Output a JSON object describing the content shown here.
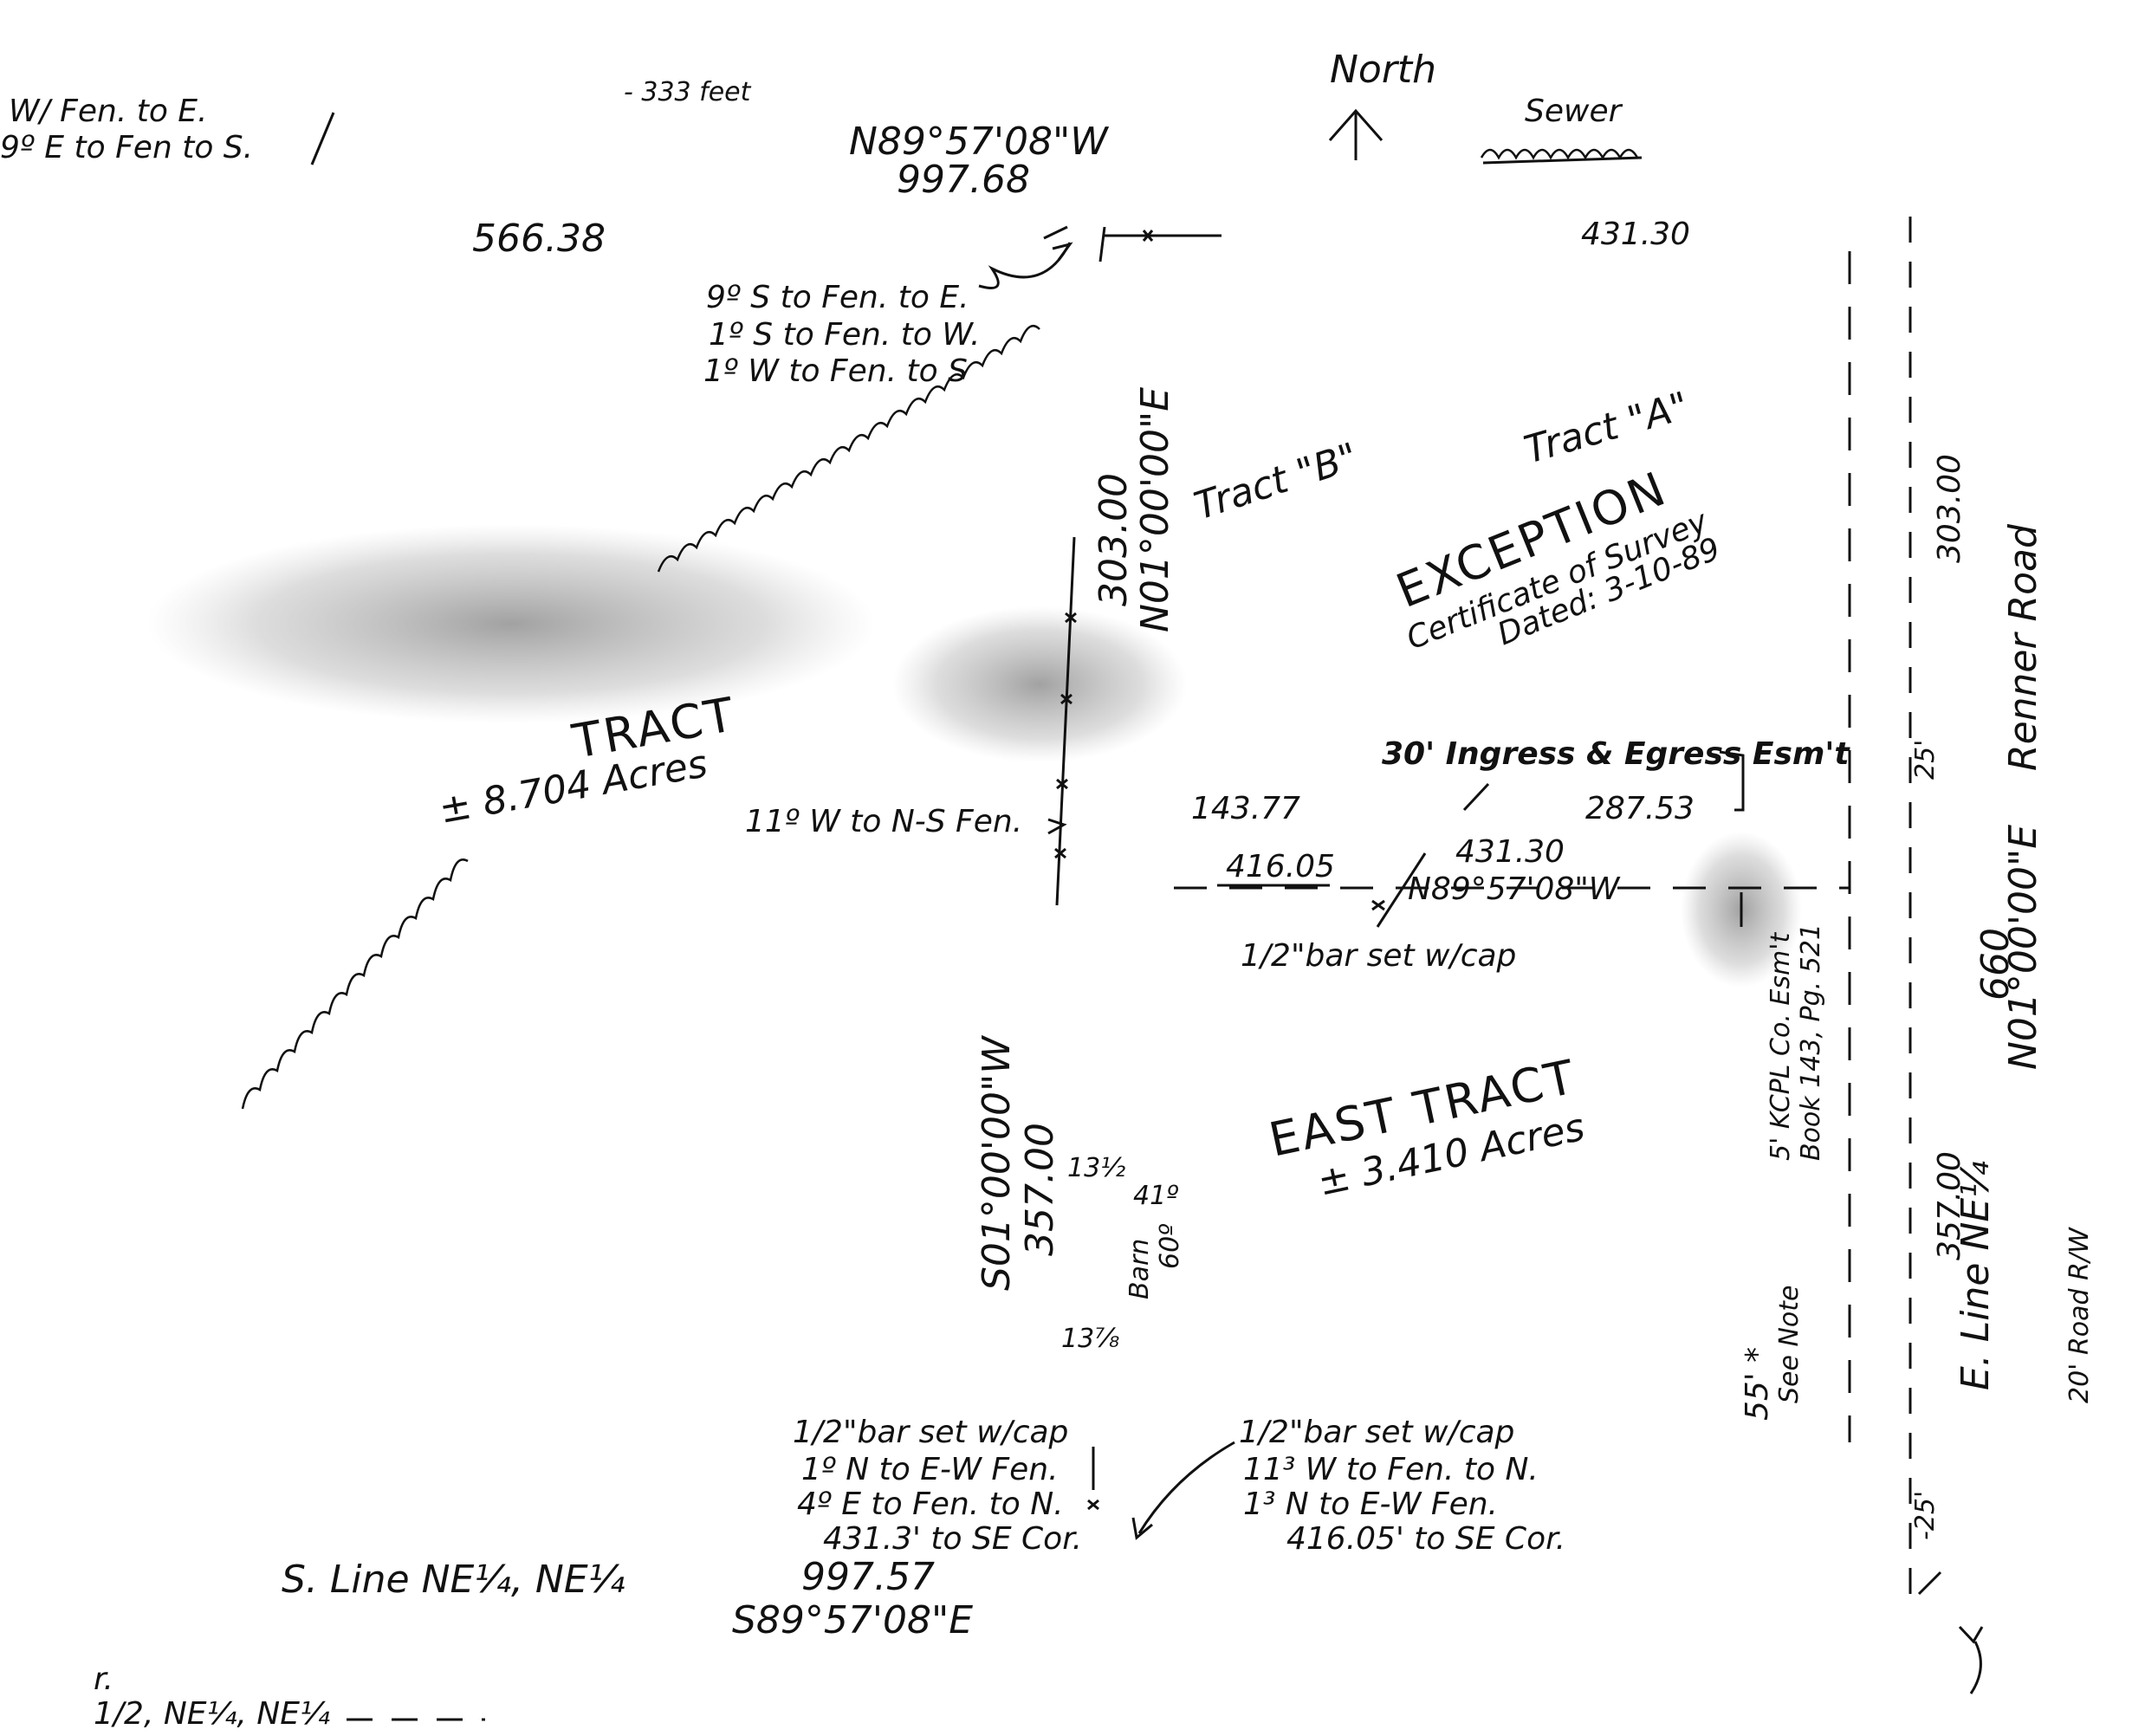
{
  "top_fragments": {
    "line1": "W/ Fen. to E.",
    "line2": "9º E to Fen to S.",
    "feet": "- 333 feet"
  },
  "north": {
    "label": "North"
  },
  "sewer": {
    "label": "Sewer"
  },
  "north_line": {
    "bearing": "N89°57'08\"W",
    "distance": "997.68"
  },
  "segments": {
    "west_top": "566.38",
    "east_top": "431.30",
    "inner_left": "416.05",
    "inner_mid": "143.77",
    "inner_right": "287.53",
    "inner_total": "431.30",
    "inner_bearing": "N89°57'08\"W"
  },
  "corner_notes_top": [
    "9º S to Fen. to E.",
    "1º S to Fen. to W.",
    "1º W to Fen. to S"
  ],
  "tracts": {
    "tract_b": "Tract \"B\"",
    "tract_a": "Tract \"A\"",
    "exception_title": "EXCEPTION",
    "exception_line1": "Certificate of Survey",
    "exception_line2": "Dated: 3-10-89",
    "west_name": "TRACT",
    "west_acres": "± 8.704 Acres",
    "east_name": "EAST TRACT",
    "east_acres": "± 3.410 Acres"
  },
  "inner_line": {
    "distance": "303.00",
    "bearing": "N01°00'00\"E"
  },
  "south_inner": {
    "bearing": "S01°00'00\"W",
    "distance": "357.00"
  },
  "fence_note": "11º W to N-S Fen.",
  "ingress": "30' Ingress & Egress Esm't",
  "bar_set_mid": "1/2\"bar set w/cap",
  "easement_kcpl": [
    "5' KCPL Co. Esm't",
    "Book 143, Pg. 521"
  ],
  "barn": {
    "label": "Barn",
    "dims": [
      "13½",
      "41º",
      "60º",
      "13⅞"
    ]
  },
  "east_side": {
    "top_distance": "303.00",
    "bottom_distance": "357.00",
    "total": "660",
    "bearing": "N01°00'00\"E",
    "road": "Renner Road",
    "line": "E. Line NE¼",
    "road_note": "20' Road R/W",
    "offset_25": "25'",
    "offset_25b": "-25'",
    "see_note": [
      "55' *",
      "See Note"
    ]
  },
  "bottom_notes_left": [
    "1/2\"bar set w/cap",
    "1º N to E-W Fen.",
    "4º E to Fen. to N.",
    "431.3' to SE Cor."
  ],
  "bottom_notes_right": [
    "1/2\"bar set w/cap",
    "11³ W to Fen. to N.",
    "1³ N to E-W Fen.",
    "416.05' to SE Cor."
  ],
  "south_line": {
    "label": "S. Line NE¼, NE¼",
    "distance": "997.57",
    "bearing": "S89°57'08\"E"
  },
  "bottom_fragments": {
    "line1": "r.",
    "line2": "1/2, NE¼, NE¼"
  }
}
